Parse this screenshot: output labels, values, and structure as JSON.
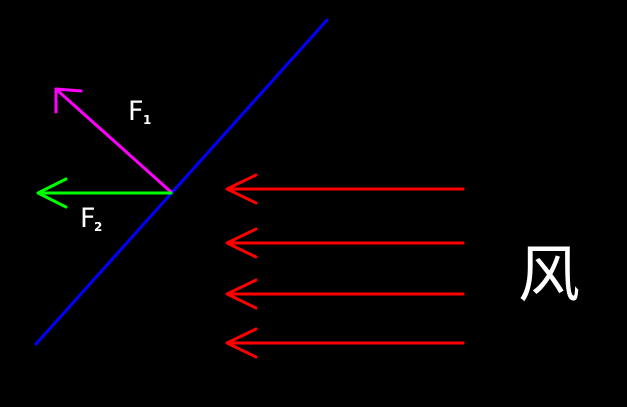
{
  "labels": {
    "f1_main": "F",
    "f1_sub": "1",
    "f2_main": "F",
    "f2_sub": "2",
    "wind": "风"
  },
  "colors": {
    "background": "#000000",
    "surface_line": "#0000ff",
    "force_f1": "#ff00ff",
    "force_f2": "#00ff00",
    "wind_arrows": "#ff0000",
    "text": "#ffffff"
  },
  "wind_arrow_count": 4
}
